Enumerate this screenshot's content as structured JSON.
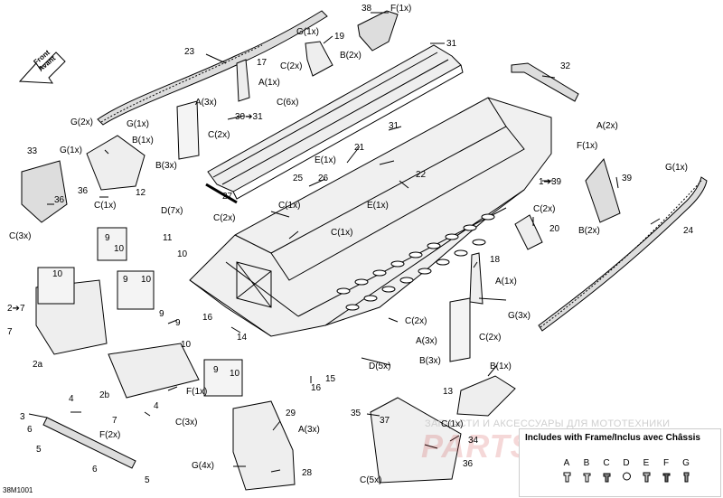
{
  "front_indicator": {
    "line1": "Front",
    "line2": "Avant"
  },
  "reference_code": "38M1001",
  "watermark_text": "ЗАПЧАСТИ И АКСЕССУАРЫ ДЛЯ МОТОТЕХНИКИ",
  "brand_text": "PARTS",
  "legend": {
    "title": "Includes with Frame/Inclus avec Châssis",
    "items": [
      "A",
      "B",
      "C",
      "D",
      "E",
      "F",
      "G"
    ]
  },
  "callouts": {
    "n38": "38",
    "f1x_top": "F(1x)",
    "g1x_top": "G(1x)",
    "n19": "19",
    "n31a": "31",
    "c2x_a": "C(2x)",
    "b2x_a": "B(2x)",
    "n23": "23",
    "n17": "17",
    "a1x_a": "A(1x)",
    "n32": "32",
    "c6x": "C(6x)",
    "a3x_a": "A(3x)",
    "n30_31": "30➔31",
    "n31b": "31",
    "g2x": "G(2x)",
    "g1x_b": "G(1x)",
    "c2x_b": "C(2x)",
    "a2x": "A(2x)",
    "n33": "33",
    "g1x_c": "G(1x)",
    "b1x_a": "B(1x)",
    "n21": "21",
    "e1x_a": "E(1x)",
    "f1x_b": "F(1x)",
    "b3x_a": "B(3x)",
    "n25": "25",
    "n26": "26",
    "n22": "22",
    "n1_39": "1➔39",
    "n39": "39",
    "g1x_d": "G(1x)",
    "n36a": "36",
    "n12": "12",
    "n36b": "36",
    "c1x_a": "C(1x)",
    "n27": "27",
    "e1x_b": "E(1x)",
    "c1x_b": "C(1x)",
    "d7x": "D(7x)",
    "c2x_c": "C(2x)",
    "c3x_a": "C(3x)",
    "n11": "11",
    "n10a": "10",
    "n9a": "9",
    "n10b": "10",
    "c1x_c": "C(1x)",
    "c2x_d": "C(2x)",
    "n20": "20",
    "b2x_b": "B(2x)",
    "n24": "24",
    "n10c": "10",
    "n9b": "9",
    "n10d": "10",
    "n18": "18",
    "a1x_b": "A(1x)",
    "n2_7": "2➔7",
    "n9c": "9",
    "n16a": "16",
    "n14": "14",
    "n7a": "7",
    "n9d": "9",
    "n10e": "10",
    "c2x_e": "C(2x)",
    "g3x": "G(3x)",
    "n2a": "2a",
    "a3x_b": "A(3x)",
    "c2x_f": "C(2x)",
    "b3x_b": "B(3x)",
    "n9e": "9",
    "n10f": "10",
    "d5x": "D(5x)",
    "n16b": "16",
    "n15": "15",
    "b1x_b": "B(1x)",
    "n4a": "4",
    "n2b": "2b",
    "f1x_c": "F(1x)",
    "n13": "13",
    "n4b": "4",
    "c3x_b": "C(3x)",
    "n7b": "7",
    "n3": "3",
    "n29": "29",
    "n35": "35",
    "n37": "37",
    "c1x_d": "C(1x)",
    "n6a": "6",
    "f2x": "F(2x)",
    "a3x_c": "A(3x)",
    "n34": "34",
    "n5a": "5",
    "n36c": "36",
    "g4x": "G(4x)",
    "n6b": "6",
    "n28": "28",
    "n5b": "5",
    "c5x": "C(5x)"
  }
}
